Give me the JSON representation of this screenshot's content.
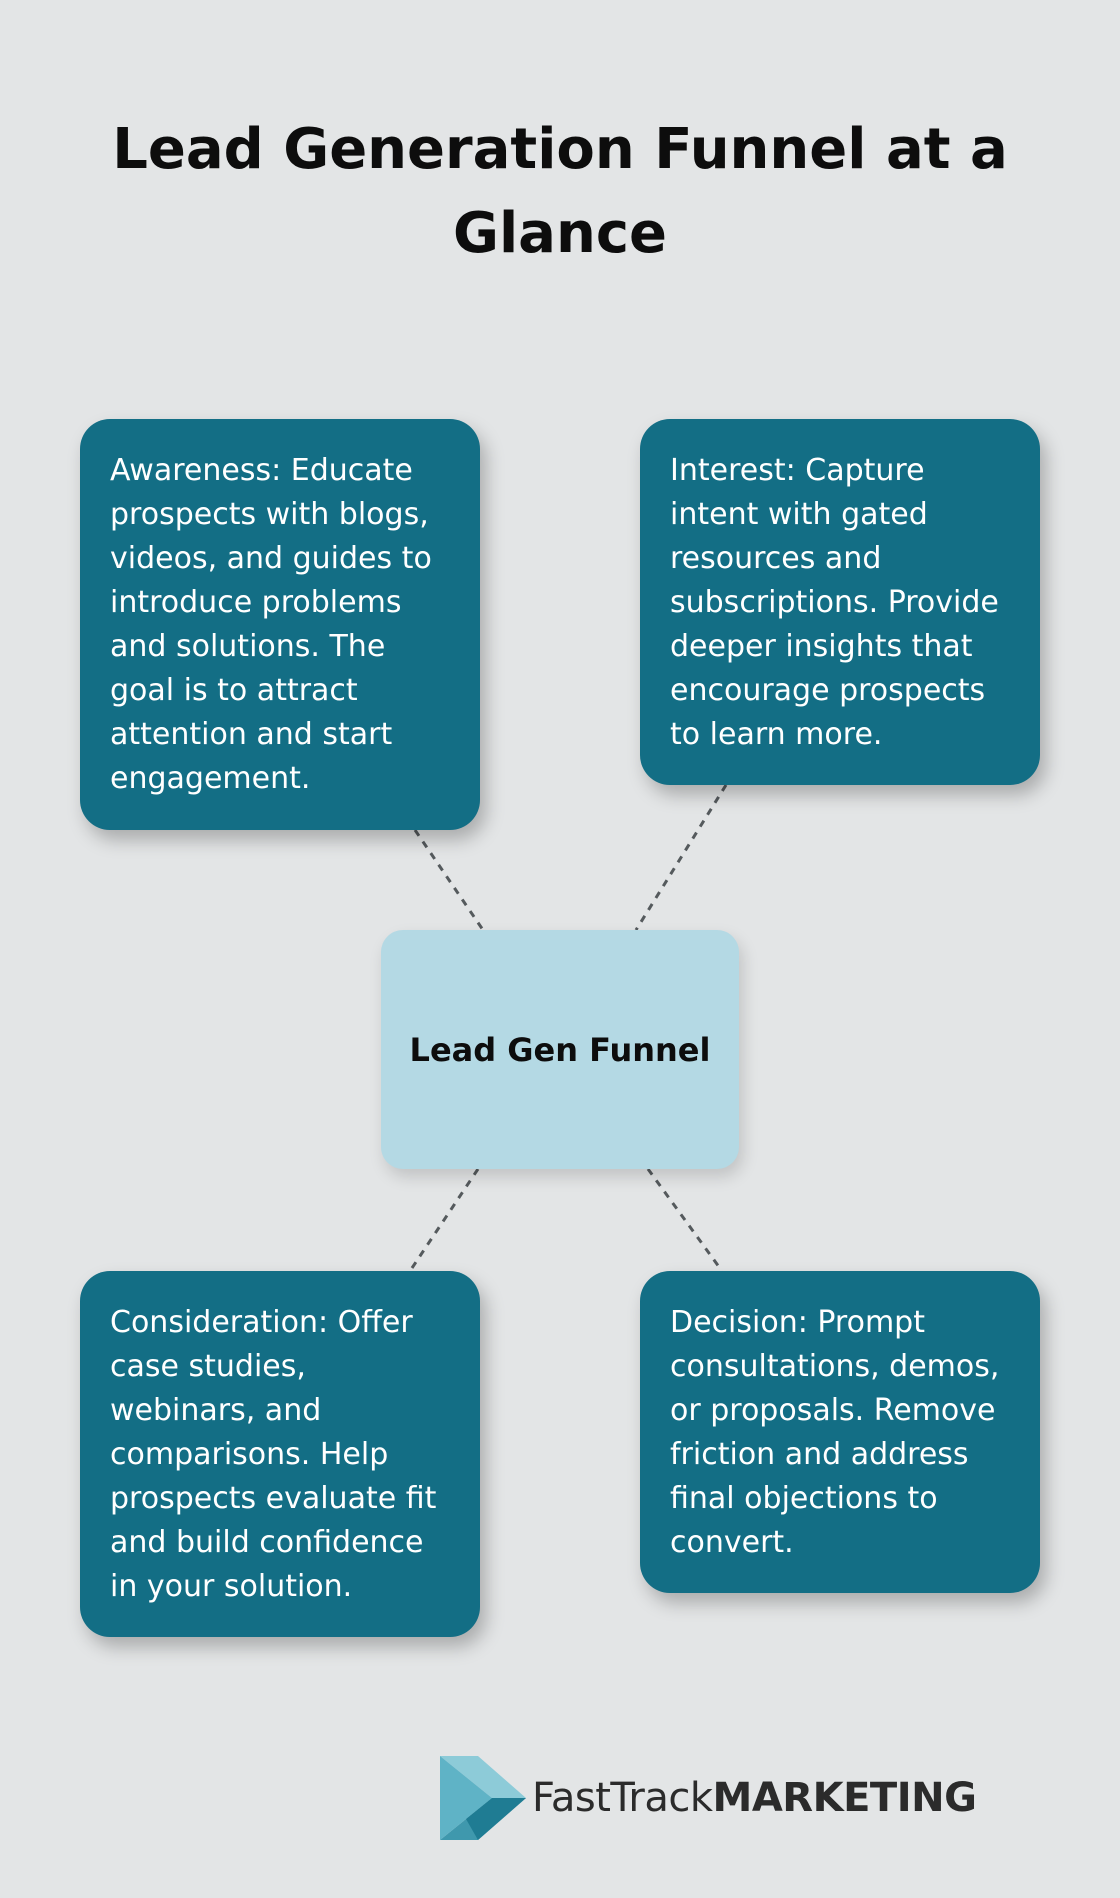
{
  "title": "Lead Generation Funnel at a Glance",
  "center": {
    "label": "Lead Gen Funnel"
  },
  "stages": [
    {
      "text": "Awareness: Educate prospects with blogs, videos, and guides to introduce problems and solutions. The goal is to attract attention and start engagement."
    },
    {
      "text": "Interest: Capture intent with gated resources and subscriptions. Provide deeper insights that encourage prospects to learn more."
    },
    {
      "text": "Consideration: Offer case studies, webinars, and comparisons. Help prospects evaluate fit and build confidence in your solution."
    },
    {
      "text": "Decision: Prompt consultations, demos, or proposals. Remove friction and address final objections to convert."
    }
  ],
  "logo": {
    "light": "FastTrack",
    "bold": "MARKETING"
  },
  "colors": {
    "background": "#e3e5e6",
    "card": "#136e85",
    "center": "#b4d9e4",
    "connector": "#555a5d"
  }
}
